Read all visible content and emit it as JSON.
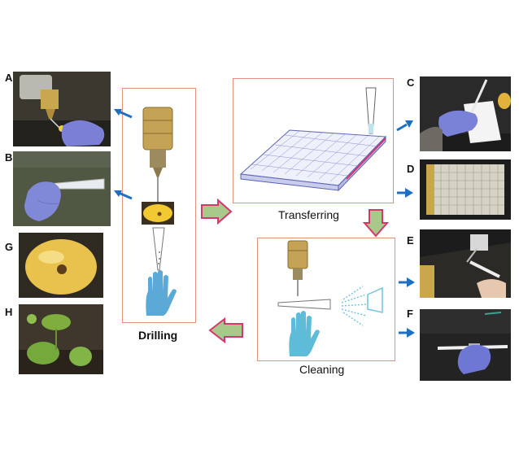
{
  "panels": {
    "A": "A",
    "B": "B",
    "C": "C",
    "D": "D",
    "E": "E",
    "F": "F",
    "G": "G",
    "H": "H"
  },
  "steps": {
    "drilling": "Drilling",
    "transferring": "Transferring",
    "cleaning": "Cleaning"
  },
  "colors": {
    "box_border": "#e2927d",
    "arrow_blue": "#1f6fc0",
    "glove_blue": "#5aa9d6",
    "flow_arrow_pink": "#d6366f",
    "flow_arrow_green": "#a8c98a"
  }
}
